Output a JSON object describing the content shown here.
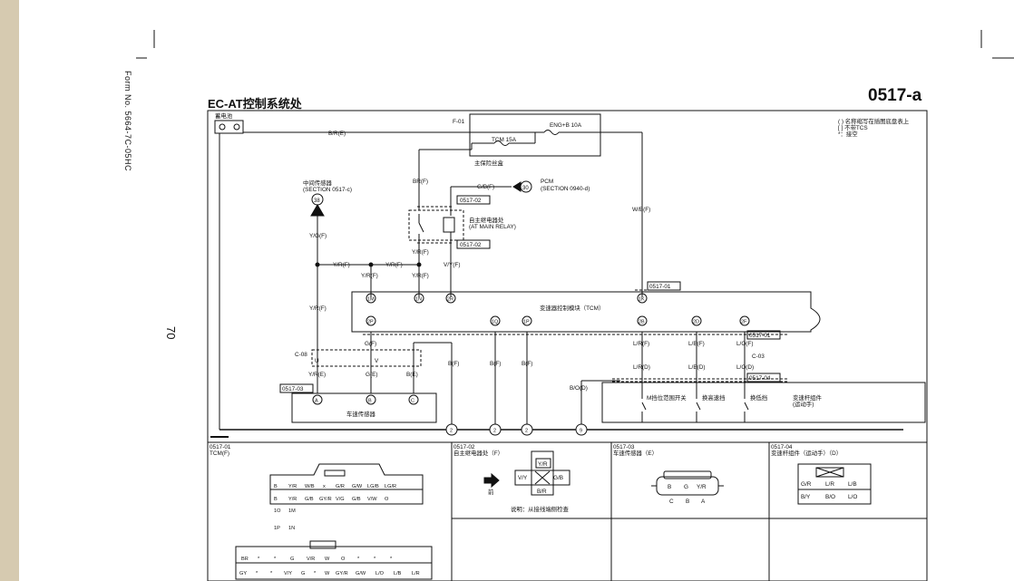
{
  "page": {
    "form_no": "Form No. 5664-7C-05HC",
    "page_number": "70",
    "title": "EC-AT控制系统处",
    "code": "0517-a"
  },
  "notes": [
    "( ) 名称缩写在插图底盘表上",
    "[ ] 不带TCS",
    "*：接空"
  ],
  "labels": {
    "battery": "蓄电池",
    "b_r_e": "B/R(E)",
    "f01": "F-01",
    "eng_fuse": "ENG+B 10A",
    "tcm_fuse": "TCM 15A",
    "main_fuse_box": "主保险丝盒",
    "br_f": "BR(F)",
    "gb_f": "G/B(F)",
    "pcm": "PCM",
    "pcm_section": "(SECTION 0940-d)",
    "pcm_pin": "30",
    "relay_name": "自主继电器处",
    "relay_en": "(AT MAIN RELAY)",
    "c0517_02": "0517-02",
    "c0517_01": "0517-01",
    "c0517_03": "0517-03",
    "c0517_04": "0517-04",
    "mid_sensor": "中间传感器",
    "mid_section": "(SECTION 0517-c)",
    "pin38": "38",
    "yg_f": "Y/G(F)",
    "yr_f": "Y/R(F)",
    "vy_f": "V/Y(F)",
    "wb_f": "W/B(F)",
    "tcm_name": "变速器控制模块（TCM）",
    "c08": "C-08",
    "c03": "C-03",
    "u": "U",
    "v": "V",
    "g_f": "G(F)",
    "b_f": "B(F)",
    "yr_e": "Y/R(E)",
    "g_e": "G(E)",
    "b_e": "B(E)",
    "lr_f": "L/R(F)",
    "lb_f": "L/B(F)",
    "lo_f": "L/O(F)",
    "lr_d": "L/R(D)",
    "lb_d": "L/B(D)",
    "lo_d": "L/O(D)",
    "bo_d": "B/O(D)",
    "vss": "车速传感器",
    "sw_m": "M挡位范围开关",
    "sw_up": "换高速挡",
    "sw_down": "换低挡",
    "selector": "变速杆组件",
    "selector_sub": "(运动手)",
    "pin_A": "A",
    "pin_B": "B",
    "pin_C": "C",
    "pin_1M": "1M",
    "pin_1N": "1N",
    "pin_2R": "2R",
    "pin_1K": "1K",
    "pin_2P": "2P",
    "pin_1Q": "1Q",
    "pin_1P": "1P",
    "pin_2B": "2B",
    "pin_2D": "2D",
    "pin_2F": "2F",
    "gnd_2": "2",
    "gnd_9": "9"
  },
  "connectors": {
    "c01": {
      "code": "0517-01",
      "name": "TCM(F)",
      "row1": [
        "B",
        "Y/R",
        "W/B",
        "x",
        "G/R",
        "G/W",
        "LG/B",
        "LG/R"
      ],
      "row2": [
        "B",
        "Y/R",
        "G/B",
        "GY/R",
        "V/G",
        "G/B",
        "V/W",
        "O"
      ],
      "bottom_a": [
        "1O",
        "1M"
      ],
      "bottom_b": [
        "1P",
        "1N"
      ],
      "row3": [
        "BR",
        "*",
        "*",
        "G",
        "V/R",
        "W",
        "O",
        "*",
        "*",
        "*"
      ],
      "row4": [
        "GY",
        "*",
        "*",
        "V/Y",
        "G",
        "*",
        "W",
        "GY/R",
        "G/W",
        "L/O",
        "L/B",
        "L/R"
      ]
    },
    "c02": {
      "code": "0517-02",
      "name": "自主继电器处（F）",
      "top": "Y/R",
      "left": "V/Y",
      "right": "G/B",
      "bottom": "B/R",
      "front": "前",
      "note": "说明：从接线端侧检查"
    },
    "c03": {
      "code": "0517-03",
      "name": "车速传感器（E）",
      "pins": [
        "B",
        "G",
        "Y/R"
      ],
      "letters": [
        "C",
        "B",
        "A"
      ]
    },
    "c04": {
      "code": "0517-04",
      "name": "变速杆组件（运动手）（D）",
      "row1": [
        "G/R",
        "L/R",
        "L/B"
      ],
      "row2": [
        "B/Y",
        "B/O",
        "L/O"
      ]
    }
  }
}
